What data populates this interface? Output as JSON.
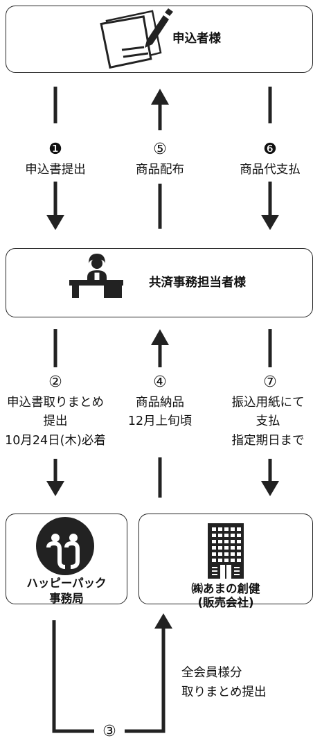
{
  "applicant": {
    "title": "申込者様"
  },
  "officer": {
    "title": "共済事務担当者様"
  },
  "happy": {
    "line1": "ハッピーパック",
    "line2": "事務局"
  },
  "amano": {
    "line1": "㈱あまの創健",
    "line2": "(販売会社)"
  },
  "step1": {
    "num": "❶",
    "text": "申込書提出"
  },
  "step5": {
    "num": "⑤",
    "text": "商品配布"
  },
  "step6": {
    "num": "❻",
    "text": "商品代支払"
  },
  "step2": {
    "num": "②",
    "line1": "申込書取りまとめ",
    "line2": "提出",
    "line3": "10月24日(木)必着"
  },
  "step4": {
    "num": "④",
    "line1": "商品納品",
    "line2": "12月上旬頃"
  },
  "step7": {
    "num": "⑦",
    "line1": "振込用紙にて",
    "line2": "支払",
    "line3": "指定期日まで"
  },
  "step3": {
    "num": "③",
    "line1": "全会員様分",
    "line2": "取りまとめ提出"
  }
}
